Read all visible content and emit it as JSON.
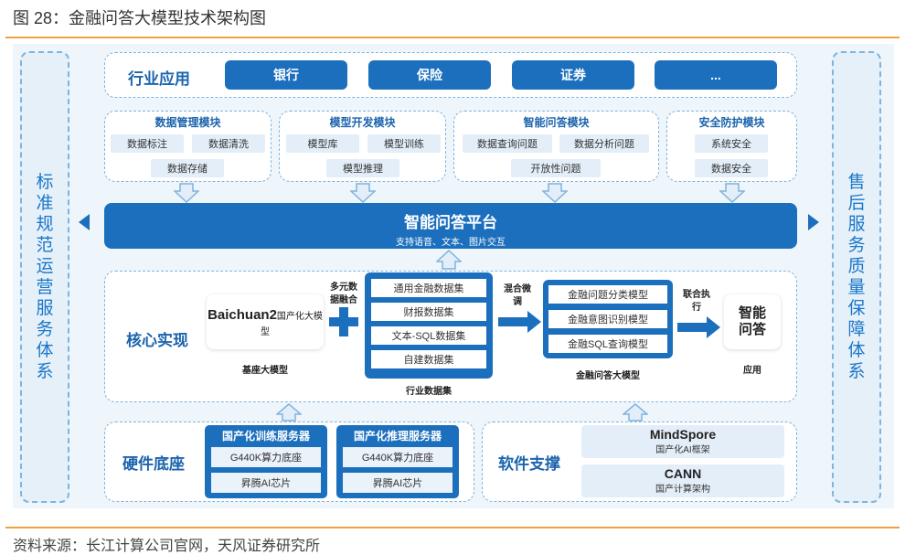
{
  "header": {
    "title": "图 28：金融问答大模型技术架构图"
  },
  "footer": {
    "source": "资料来源：长江计算公司官网，天风证券研究所"
  },
  "side": {
    "left": "标准规范运营服务体系",
    "right": "售后服务质量保障体系"
  },
  "industry": {
    "label": "行业应用",
    "items": [
      "银行",
      "保险",
      "证券",
      "..."
    ]
  },
  "modules": [
    {
      "title": "数据管理模块",
      "items": [
        "数据标注",
        "数据清洗",
        "数据存储"
      ]
    },
    {
      "title": "模型开发模块",
      "items": [
        "模型库",
        "模型训练",
        "模型推理"
      ]
    },
    {
      "title": "智能问答模块",
      "items": [
        "数据查询问题",
        "数据分析问题",
        "开放性问题"
      ]
    },
    {
      "title": "安全防护模块",
      "items": [
        "系统安全",
        "数据安全"
      ]
    }
  ],
  "platform": {
    "title": "智能问答平台",
    "subtitle": "支持语音、文本、图片交互"
  },
  "core": {
    "label": "核心实现",
    "base_model_bold": "Baichuan2",
    "base_model_rest": "国产化大模型",
    "base_caption": "基座大模型",
    "fusion_label": "多元数据融合",
    "datasets": [
      "通用金融数据集",
      "财报数据集",
      "文本-SQL数据集",
      "自建数据集"
    ],
    "dataset_caption": "行业数据集",
    "finetune_label": "混合微调",
    "fin_models": [
      "金融问题分类模型",
      "金融意图识别模型",
      "金融SQL查询模型"
    ],
    "fin_caption": "金融问答大模型",
    "exec_label": "联合执行",
    "app_name": "智能问答",
    "app_caption": "应用"
  },
  "hardware": {
    "label": "硬件底座",
    "servers": [
      {
        "title": "国产化训练服务器",
        "items": [
          "G440K算力底座",
          "昇腾AI芯片"
        ]
      },
      {
        "title": "国产化推理服务器",
        "items": [
          "G440K算力底座",
          "昇腾AI芯片"
        ]
      }
    ]
  },
  "software": {
    "label": "软件支撑",
    "items": [
      {
        "name": "MindSpore",
        "desc": "国产化AI框架"
      },
      {
        "name": "CANN",
        "desc": "国产计算架构"
      }
    ]
  },
  "colors": {
    "primary": "#1b6fbd",
    "accent_rule": "#f0a040",
    "dash": "#7fb4de",
    "side_text": "#1a77c9"
  }
}
